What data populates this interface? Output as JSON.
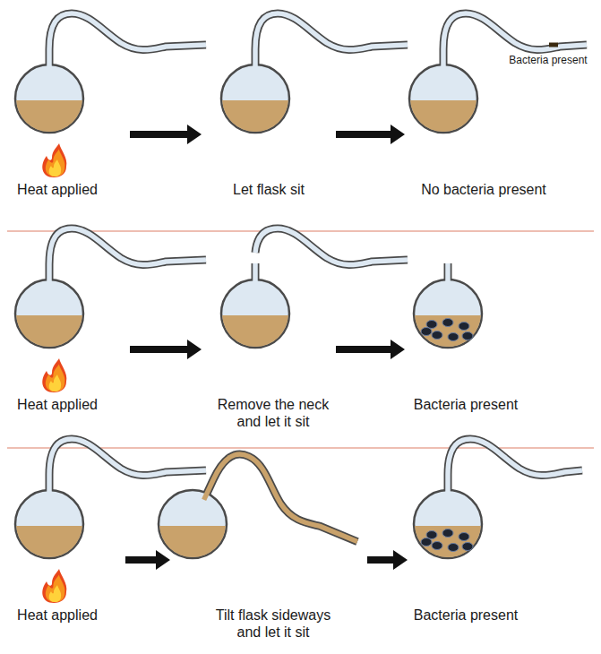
{
  "diagram": {
    "labels": [
      "Heat applied",
      "Let flask sit",
      "No bacteria present",
      "Bacteria present",
      "Heat applied",
      "Remove the neck and let it sit",
      "Bacteria present",
      "Heat applied",
      "Tilt flask sideways and let it sit",
      "Bacteria present"
    ]
  }
}
